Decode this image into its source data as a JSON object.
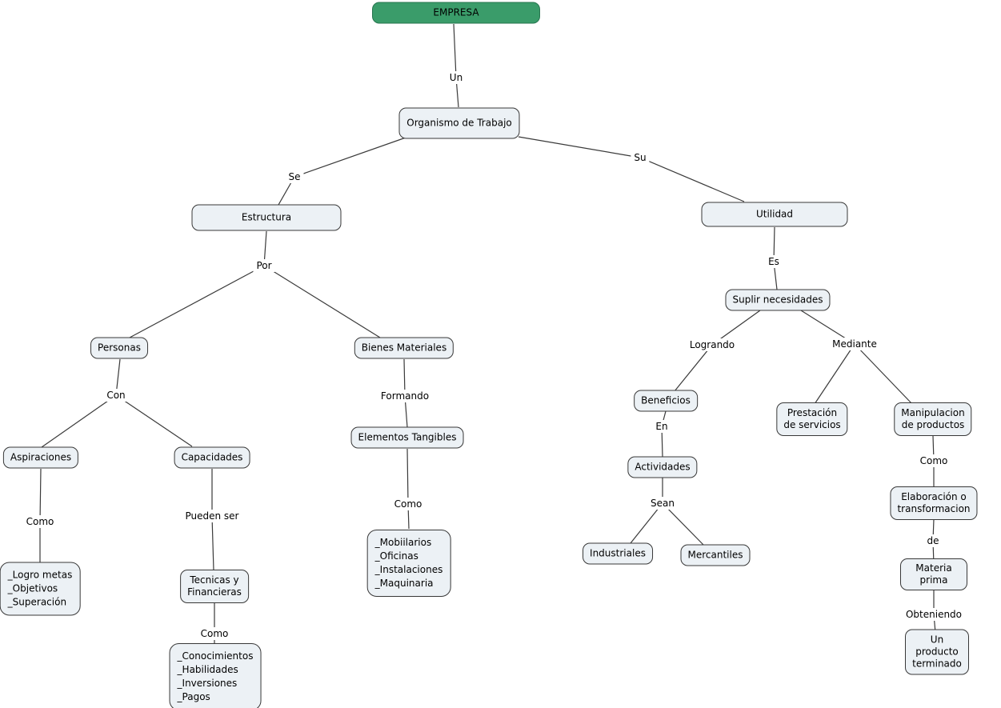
{
  "colors": {
    "root_fill": "#3a9c6a",
    "root_border": "#27754f",
    "node_fill": "#ecf1f5",
    "node_border": "#383838",
    "line_color": "#3a3a3a"
  },
  "nodes": {
    "empresa": "EMPRESA",
    "organismo_de_trabajo": "Organismo de Trabajo",
    "estructura": "Estructura",
    "utilidad": "Utilidad",
    "suplir_necesidades": "Suplir necesidades",
    "personas": "Personas",
    "bienes_materiales": "Bienes Materiales",
    "aspiraciones": "Aspiraciones",
    "capacidades": "Capacidades",
    "elementos_tangibles": "Elementos Tangibles",
    "tecnicas_y_financieras": "Tecnicas y\nFinancieras",
    "aspiraciones_list": "_Logro metas\n_Objetivos\n_Superación",
    "capacidades_list": "_Conocimientos\n_Habilidades\n_Inversiones\n_Pagos",
    "elementos_list": "_Mobiilarios\n_Oficinas\n_Instalaciones\n_Maquinaria",
    "beneficios": "Beneficios",
    "actividades": "Actividades",
    "industriales": "Industriales",
    "mercantiles": "Mercantiles",
    "prestacion_de_servicios": "Prestación\nde servicios",
    "manipulacion_de_productos": "Manipulacion\nde productos",
    "elaboracion_o_transformacion": "Elaboración o\ntransformacion",
    "materia_prima": "Materia prima",
    "un_producto_terminado": "Un producto terminado"
  },
  "links": {
    "un": "Un",
    "se": "Se",
    "su": "Su",
    "por": "Por",
    "es": "Es",
    "con": "Con",
    "como_aspiraciones": "Como",
    "pueden_ser": "Pueden ser",
    "como_tecnicas": "Como",
    "formando": "Formando",
    "como_elementos": "Como",
    "logrando": "Logrando",
    "mediante": "Mediante",
    "en": "En",
    "sean": "Sean",
    "como_manipulacion": "Como",
    "de": "de",
    "obteniendo": "Obteniendo"
  }
}
